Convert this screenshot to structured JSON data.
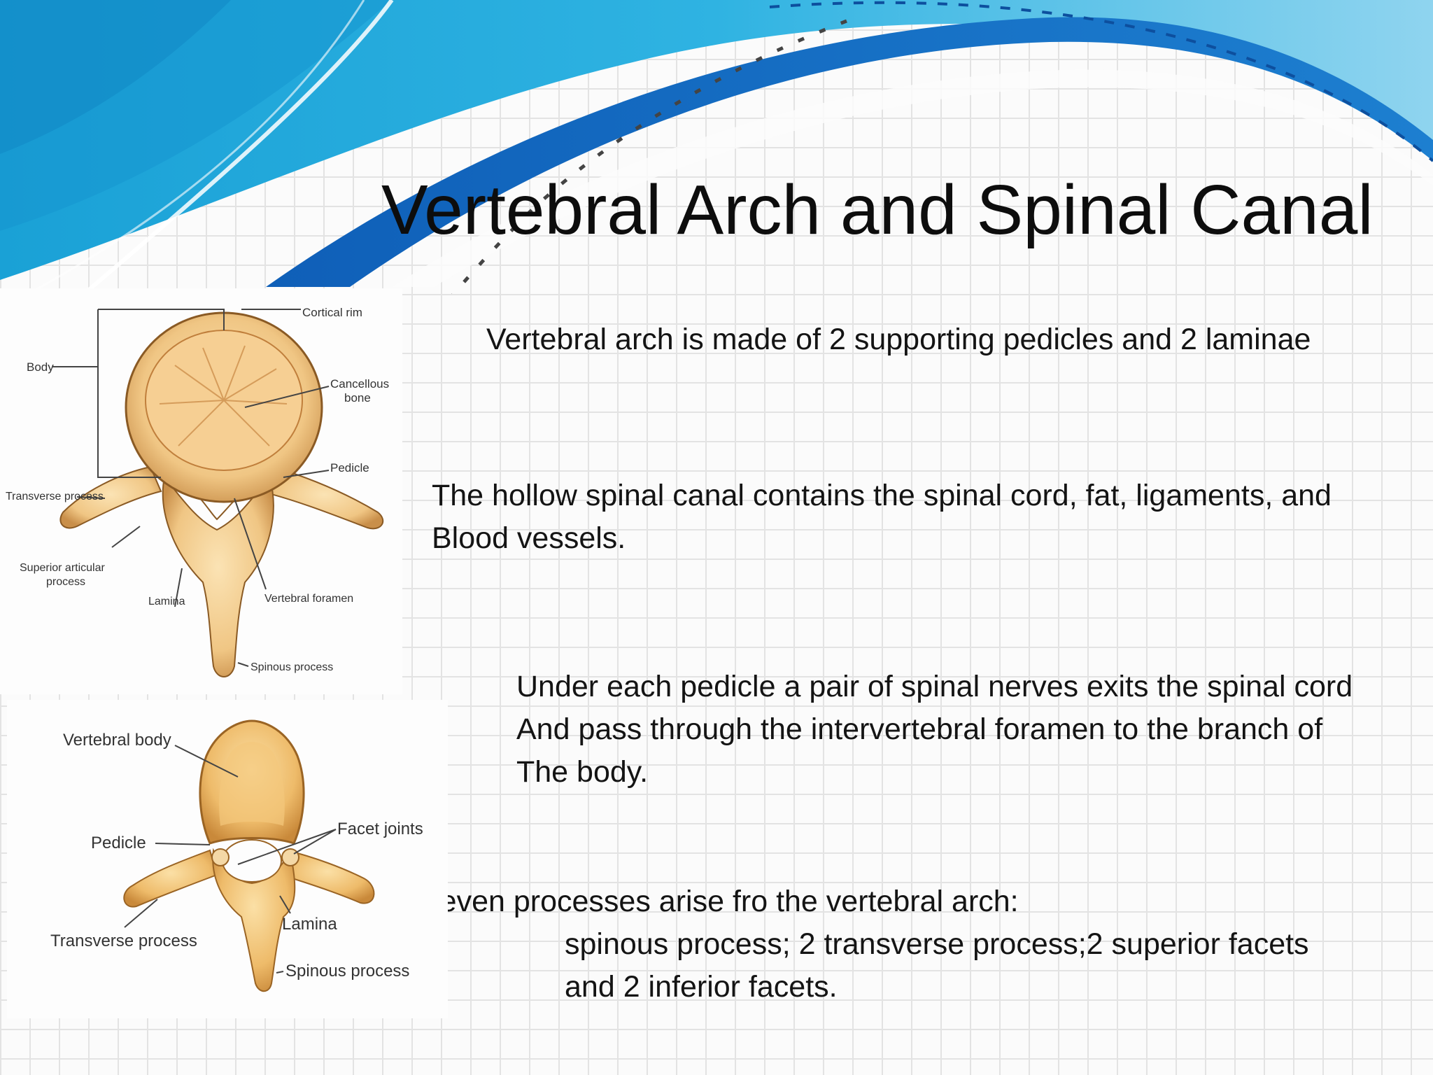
{
  "slide": {
    "title": "Vertebral Arch and Spinal Canal",
    "bullets": [
      {
        "lines": [
          "Vertebral arch is made of 2 supporting pedicles and 2 laminae"
        ]
      },
      {
        "lines": [
          "The hollow spinal canal contains the spinal cord, fat, ligaments, and",
          "Blood vessels."
        ]
      },
      {
        "lines": [
          "Under each pedicle a pair of spinal nerves exits the spinal cord",
          "And pass through the intervertebral foramen to the branch of",
          "The body."
        ]
      },
      {
        "lines": [
          "Seven processes arise fro the vertebral arch:",
          "spinous process; 2 transverse process;2 superior facets",
          "and 2 inferior facets."
        ]
      }
    ]
  },
  "figure_top": {
    "labels": {
      "cortical_rim": "Cortical rim",
      "body": "Body",
      "cancellous_1": "Cancellous",
      "cancellous_2": "bone",
      "pedicle": "Pedicle",
      "transverse": "Transverse process",
      "superior_1": "Superior articular",
      "superior_2": "process",
      "lamina": "Lamina",
      "foramen": "Vertebral foramen",
      "spinous": "Spinous process"
    }
  },
  "figure_bottom": {
    "labels": {
      "vertebral_body": "Vertebral body",
      "facet_joints": "Facet joints",
      "pedicle": "Pedicle",
      "lamina": "Lamina",
      "transverse": "Transverse process",
      "spinous": "Spinous process"
    }
  },
  "colors": {
    "swoosh_dark": "#1566c0",
    "swoosh_mid": "#2a9fd8",
    "swoosh_light": "#7fcdec",
    "bone_light": "#f7d59e",
    "bone_dark": "#d9a45c"
  }
}
